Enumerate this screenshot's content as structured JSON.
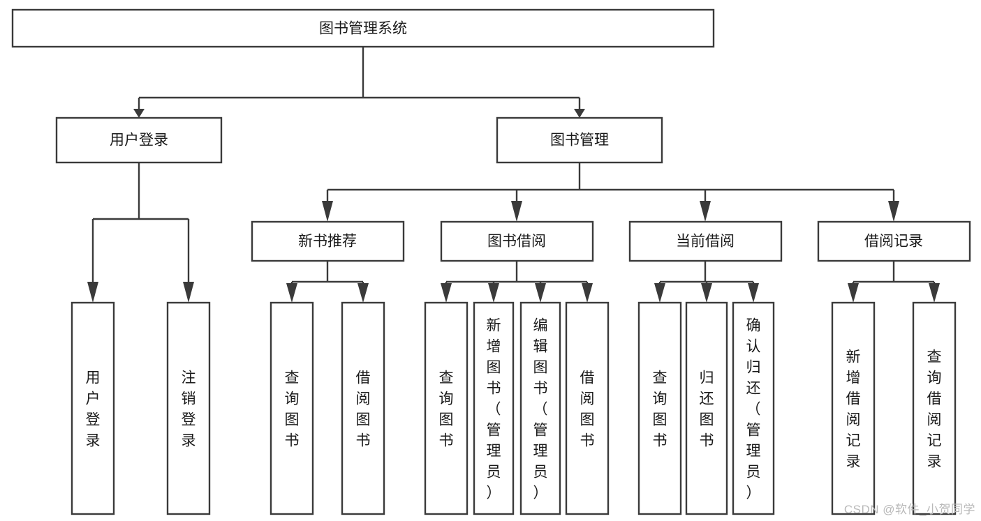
{
  "diagram": {
    "type": "tree",
    "title": "图书管理系统",
    "watermark": "CSDN @软件_小贺同学",
    "colors": {
      "stroke": "#3a3a3a",
      "box_fill": "#ffffff",
      "text": "#1a1a1a",
      "watermark": "#b9b9b9",
      "background": "#ffffff"
    },
    "levels": {
      "root": {
        "label": "图书管理系统"
      },
      "level2": [
        {
          "label": "用户登录"
        },
        {
          "label": "图书管理"
        }
      ],
      "level3": [
        {
          "label": "新书推荐"
        },
        {
          "label": "图书借阅"
        },
        {
          "label": "当前借阅"
        },
        {
          "label": "借阅记录"
        }
      ],
      "leaves_user_login": [
        {
          "label": "用户登录"
        },
        {
          "label": "注销登录"
        }
      ],
      "leaves_new_book": [
        {
          "label": "查询图书"
        },
        {
          "label": "借阅图书"
        }
      ],
      "leaves_borrow": [
        {
          "label": "查询图书"
        },
        {
          "label": "新增图书（管理员）"
        },
        {
          "label": "编辑图书（管理员）"
        },
        {
          "label": "借阅图书"
        }
      ],
      "leaves_current": [
        {
          "label": "查询图书"
        },
        {
          "label": "归还图书"
        },
        {
          "label": "确认归还（管理员）"
        }
      ],
      "leaves_records": [
        {
          "label": "新增借阅记录"
        },
        {
          "label": "查询借阅记录"
        }
      ]
    },
    "edges": [
      {
        "from": "图书管理系统",
        "to": "用户登录"
      },
      {
        "from": "图书管理系统",
        "to": "图书管理"
      },
      {
        "from": "用户登录",
        "to": "用户登录"
      },
      {
        "from": "用户登录",
        "to": "注销登录"
      },
      {
        "from": "图书管理",
        "to": "新书推荐"
      },
      {
        "from": "图书管理",
        "to": "图书借阅"
      },
      {
        "from": "图书管理",
        "to": "当前借阅"
      },
      {
        "from": "图书管理",
        "to": "借阅记录"
      },
      {
        "from": "新书推荐",
        "to": "查询图书"
      },
      {
        "from": "新书推荐",
        "to": "借阅图书"
      },
      {
        "from": "图书借阅",
        "to": "查询图书"
      },
      {
        "from": "图书借阅",
        "to": "新增图书（管理员）"
      },
      {
        "from": "图书借阅",
        "to": "编辑图书（管理员）"
      },
      {
        "from": "图书借阅",
        "to": "借阅图书"
      },
      {
        "from": "当前借阅",
        "to": "查询图书"
      },
      {
        "from": "当前借阅",
        "to": "归还图书"
      },
      {
        "from": "当前借阅",
        "to": "确认归还（管理员）"
      },
      {
        "from": "借阅记录",
        "to": "新增借阅记录"
      },
      {
        "from": "借阅记录",
        "to": "查询借阅记录"
      }
    ]
  }
}
